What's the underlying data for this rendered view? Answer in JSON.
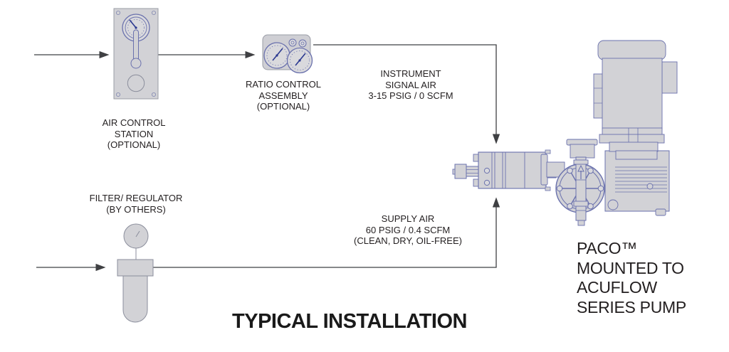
{
  "title": "TYPICAL INSTALLATION",
  "labels": {
    "air_control_station": "AIR CONTROL\nSTATION\n(OPTIONAL)",
    "ratio_control": "RATIO CONTROL\nASSEMBLY\n(OPTIONAL)",
    "instrument_signal": "INSTRUMENT\nSIGNAL AIR\n3-15 PSIG / 0 SCFM",
    "filter_regulator": "FILTER/ REGULATOR\n(BY OTHERS)",
    "supply_air": "SUPPLY AIR\n60 PSIG / 0.4 SCFM\n(CLEAN, DRY, OIL-FREE)",
    "pump_caption": "PACO™\nMOUNTED TO\nACUFLOW\nSERIES PUMP"
  },
  "values": {
    "instrument_signal_pressure": "3-15 PSIG",
    "instrument_signal_flow": "0 SCFM",
    "supply_pressure": "60 PSIG",
    "supply_flow": "0.4 SCFM",
    "supply_quality": "CLEAN, DRY, OIL-FREE"
  },
  "colors": {
    "component_fill": "#d2d2d6",
    "gauge_face_fill": "#d9d9dd",
    "outline_blue": "#6a71ad",
    "outline_gray": "#9a9ca6",
    "flow_line": "#3f4043",
    "needle_blue": "#2b3990",
    "text": "#231f20"
  }
}
